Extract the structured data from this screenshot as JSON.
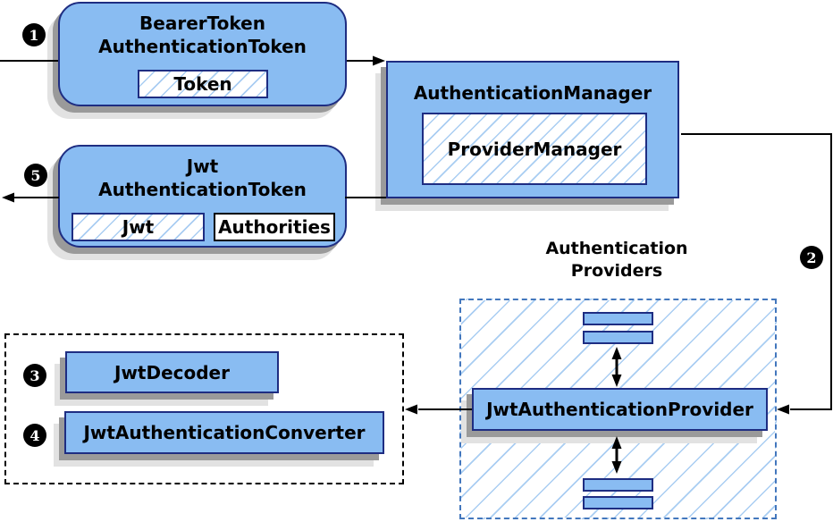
{
  "diagram": {
    "bearer_box": {
      "title": [
        "BearerToken",
        "AuthenticationToken"
      ],
      "token_label": "Token"
    },
    "manager_box": {
      "title": "AuthenticationManager",
      "inner_label": "ProviderManager"
    },
    "jwt_box": {
      "title": [
        "Jwt",
        "AuthenticationToken"
      ],
      "jwt_label": "Jwt",
      "authorities_label": "Authorities"
    },
    "providers_group": {
      "label": [
        "Authentication",
        "Providers"
      ],
      "provider_label": "JwtAuthenticationProvider"
    },
    "decoder_label": "JwtDecoder",
    "converter_label": "JwtAuthenticationConverter",
    "steps": [
      "1",
      "2",
      "3",
      "4",
      "5"
    ],
    "colors": {
      "box_fill": "#89bcf2",
      "box_border": "#1e2d82",
      "hatch_line": "#a9cdf2",
      "dashed_provider_border": "#4377bd",
      "dashed_group_border": "#000000",
      "shadow_dark": "#9a9a9a",
      "shadow_light": "#e2e2e2",
      "arrow": "#000000",
      "badge_bg": "#000000",
      "badge_fg": "#ffffff"
    }
  }
}
